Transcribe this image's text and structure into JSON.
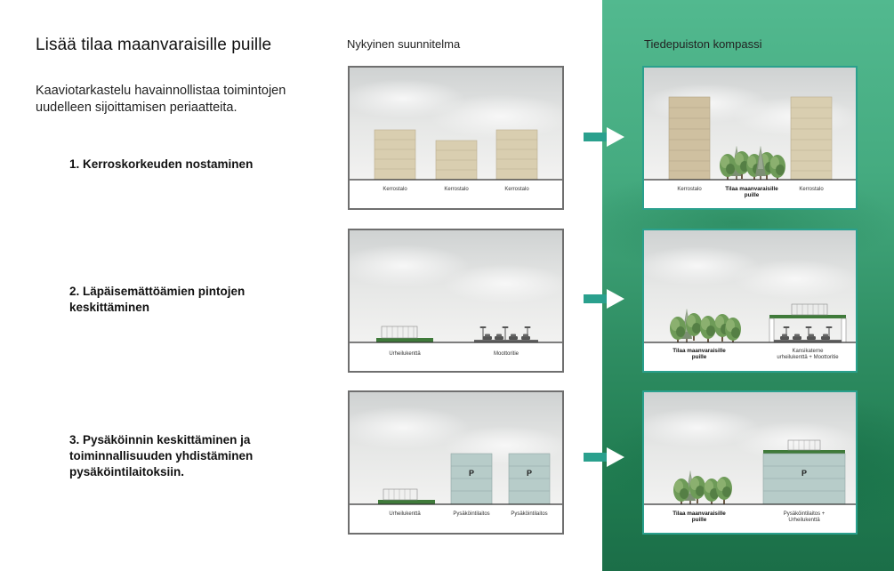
{
  "title": "Lisää tilaa maanvaraisille puille",
  "intro": "Kaaviotarkastelu havainnollistaa toimintojen uudelleen sijoittamisen periaatteita.",
  "steps": [
    "1. Kerroskorkeuden nostaminen",
    "2. Läpäisemättöämien pintojen keskittäminen",
    "3. Pysäköinnin keskittäminen ja toiminnallisuuden yhdistäminen pysäköintilaitoksiin."
  ],
  "columns": {
    "current": "Nykyinen suunnitelma",
    "compass": "Tiedepuiston kompassi"
  },
  "diagrams": {
    "row1": {
      "current": [
        "Kerrostalo",
        "Kerrostalo",
        "Kerrostalo"
      ],
      "compass": {
        "left": "Kerrostalo",
        "middle": [
          "Tilaa maanvaraisille",
          "puille"
        ],
        "right": "Kerrostalo"
      }
    },
    "row2": {
      "current": [
        "Urheilukenttä",
        "Moottoritie"
      ],
      "compass": {
        "left": [
          "Tilaa maanvaraisille",
          "puille"
        ],
        "right": [
          "Kansikaterne",
          "urheilukenttä + Moottoritie"
        ]
      }
    },
    "row3": {
      "current": [
        "Urheilukenttä",
        "Pysäköintilaitos",
        "Pysäköintilaitos"
      ],
      "compass": {
        "left": [
          "Tilaa maanvaraisille",
          "puille"
        ],
        "right": [
          "Pysäköintilaitos +",
          "Urheilukenttä"
        ]
      },
      "parking_mark": "P"
    }
  },
  "colors": {
    "accent_teal": "#2aa08d",
    "arrow": "#2aa08d",
    "green_panel": "#3fa577",
    "current_border": "#6f6f6f",
    "building_tan": "#d9ceb0",
    "parking_blue": "#b7ccc9",
    "turf_green": "#3f7a3a"
  },
  "icons": [
    "arrow-right-icon",
    "tree-icon",
    "streetlight-icon",
    "car-icon"
  ]
}
